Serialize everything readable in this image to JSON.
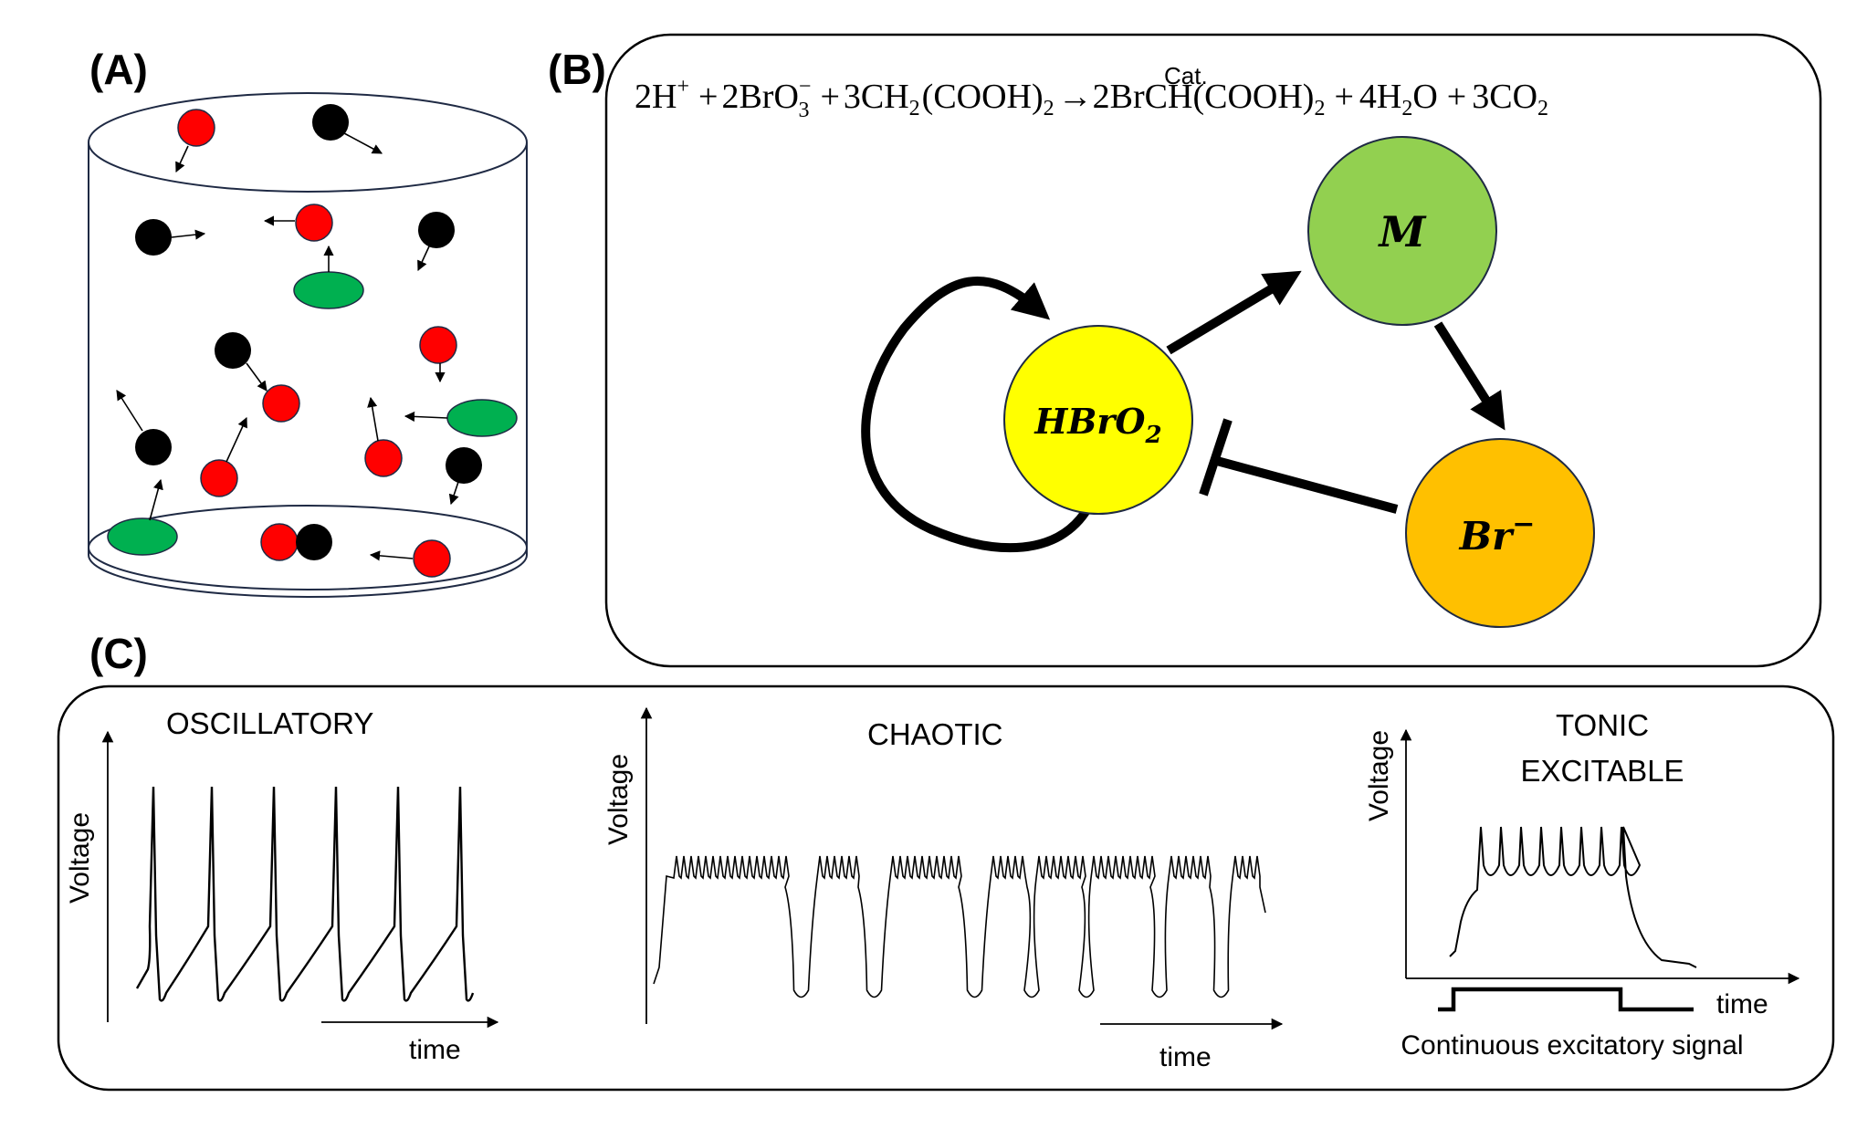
{
  "panels": {
    "a": {
      "label": "(A)"
    },
    "b": {
      "label": "(B)",
      "equation": {
        "reactants": [
          "2H",
          "+",
          "2BrO",
          "+",
          "3CH",
          "(COOH)"
        ],
        "catalyst": "Cat.",
        "products": [
          "2BrCH(COOH)",
          "+",
          "4H",
          "O",
          "+",
          "3CO"
        ],
        "sup_plus": "+",
        "sup_minus": "−",
        "sub_2": "2",
        "sub_3": "3"
      },
      "nodes": {
        "hbro2": {
          "text": "HBrO",
          "sub": "2",
          "color": "#ffff00"
        },
        "m": {
          "text": "M",
          "color": "#92d050"
        },
        "br": {
          "text": "Br",
          "sup": "−",
          "color": "#ffc000"
        }
      }
    },
    "c": {
      "label": "(C)",
      "oscillatory": {
        "title": "OSCILLATORY",
        "ylabel": "Voltage",
        "xlabel": "time"
      },
      "chaotic": {
        "title": "CHAOTIC",
        "ylabel": "Voltage",
        "xlabel": "time"
      },
      "tonic": {
        "title_line1": "TONIC",
        "title_line2": "EXCITABLE",
        "ylabel": "Voltage",
        "xlabel": "time",
        "signal_label": "Continuous excitatory signal"
      }
    }
  }
}
